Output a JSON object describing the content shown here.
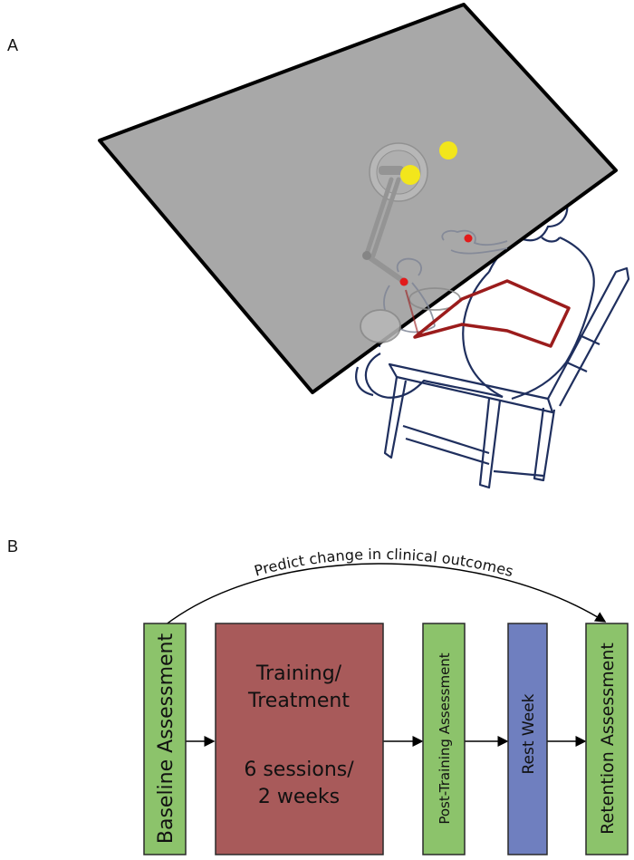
{
  "panels": {
    "a_label": "A",
    "b_label": "B"
  },
  "colors": {
    "workspace": "#a8a8a8",
    "workspace_border": "#000000",
    "target": "#f2e61c",
    "marker": "#e21b1b",
    "trunk_outline": "#9b1c1c",
    "figure_stroke": "#1f2f5e",
    "assessment_box": "#8cc36b",
    "training_box": "#a85a5a",
    "rest_box": "#6f7fbf",
    "box_border": "#2a2a2a"
  },
  "flow": {
    "arc_label": "Predict change in clinical outcomes",
    "baseline": "Baseline Assessment",
    "training_line1": "Training/",
    "training_line2": "Treatment",
    "training_line3": "6 sessions/",
    "training_line4": "2 weeks",
    "post_training": "Post-Training Assessment",
    "rest": "Rest Week",
    "retention": "Retention Assessment"
  }
}
